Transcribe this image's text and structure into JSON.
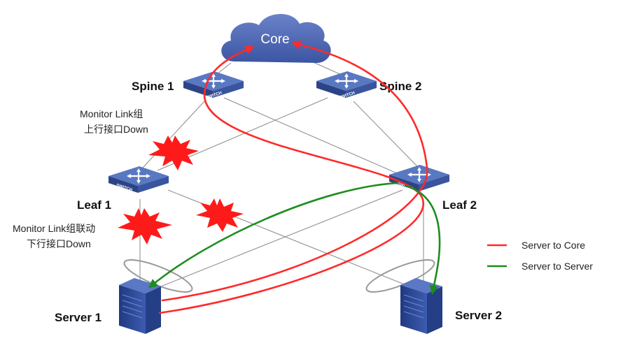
{
  "nodes": {
    "core": "Core",
    "spine1": "Spine 1",
    "spine2": "Spine 2",
    "leaf1": "Leaf 1",
    "leaf2": "Leaf 2",
    "server1": "Server 1",
    "server2": "Server 2"
  },
  "switch_badge": "SWITCH",
  "notes": {
    "uplink_down_line1": "Monitor Link组",
    "uplink_down_line2": "上行接口Down",
    "downlink_down_line1": "Monitor Link组联动",
    "downlink_down_line2": "下行接口Down"
  },
  "legend": [
    {
      "label": "Server to Core",
      "color": "#ff2a2a"
    },
    {
      "label": "Server to Server",
      "color": "#1e8c1e"
    }
  ],
  "colors": {
    "switch_face": "#3f5fa8",
    "cloud": "#4d65b2",
    "server": "#2f4a93",
    "link": "#8a8a8a",
    "fault_burst": "#ff1a1a"
  }
}
